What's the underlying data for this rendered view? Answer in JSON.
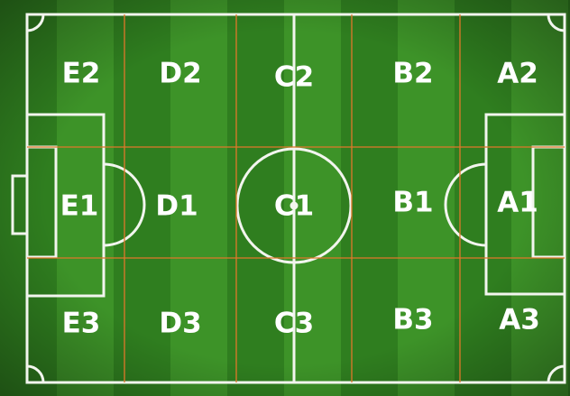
{
  "colors": {
    "grass_dark": "#2f7e1f",
    "grass_light": "#3d9328",
    "field_line": "#f2f5ee",
    "grid_line": "#e0772a",
    "label": "#ffffff"
  },
  "zones": {
    "row_top": [
      {
        "id": "e2",
        "label": "E2"
      },
      {
        "id": "d2",
        "label": "D2"
      },
      {
        "id": "c2",
        "label": "C2"
      },
      {
        "id": "b2",
        "label": "B2"
      },
      {
        "id": "a2",
        "label": "A2"
      }
    ],
    "row_middle": [
      {
        "id": "e1",
        "label": "E1"
      },
      {
        "id": "d1",
        "label": "D1"
      },
      {
        "id": "c1",
        "label": "C1"
      },
      {
        "id": "b1",
        "label": "B1"
      },
      {
        "id": "a1",
        "label": "A1"
      }
    ],
    "row_bottom": [
      {
        "id": "e3",
        "label": "E3"
      },
      {
        "id": "d3",
        "label": "D3"
      },
      {
        "id": "c3",
        "label": "C3"
      },
      {
        "id": "b3",
        "label": "B3"
      },
      {
        "id": "a3",
        "label": "A3"
      }
    ]
  }
}
